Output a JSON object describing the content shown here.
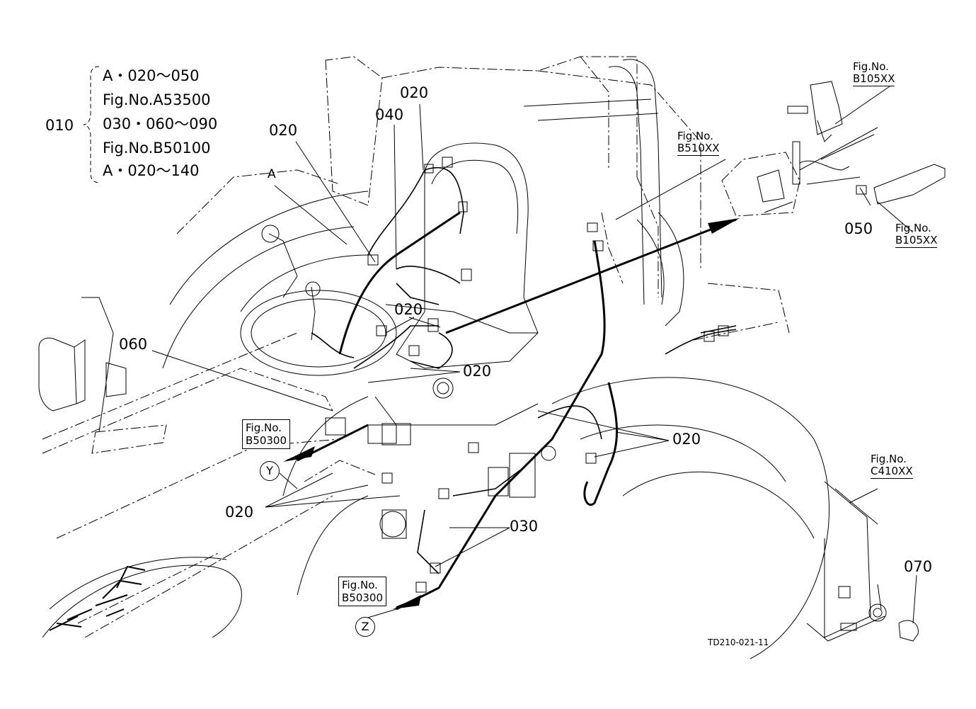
{
  "legend": {
    "main_part": "010",
    "lines": [
      "A・020～050",
      "Fig.No.A53500",
      "030・060～090",
      "Fig.No.B50100",
      "A・020～140"
    ]
  },
  "callouts": {
    "c020_top": "020",
    "c040": "040",
    "c020_left": "020",
    "c_a": "A",
    "c060": "060",
    "c020_mid": "020",
    "c020_center": "020",
    "c020_right": "020",
    "c020_bottom": "020",
    "c030": "030",
    "c050": "050",
    "c070": "070"
  },
  "refs": {
    "b105_top": [
      "Fig.No.",
      "B105XX"
    ],
    "b510": [
      "Fig.No.",
      "B510XX"
    ],
    "b105_bottom": [
      "Fig.No.",
      "B105XX"
    ],
    "b50300_y": [
      "Fig.No.",
      "B50300"
    ],
    "b50300_z": [
      "Fig.No.",
      "B50300"
    ],
    "c410": [
      "Fig.No.",
      "C410XX"
    ]
  },
  "markers": {
    "y": "Y",
    "z": "Z"
  },
  "drawing_code": "TD210-021-11"
}
